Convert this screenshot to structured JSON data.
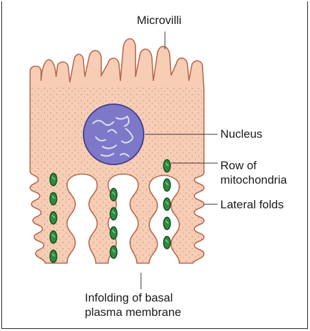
{
  "labels": {
    "microvilli": "Microvilli",
    "nucleus": "Nucleus",
    "mitochondria_line1": "Row of",
    "mitochondria_line2": "mitochondria",
    "lateral_folds": "Lateral folds",
    "infolding_line1": "Infolding of basal",
    "infolding_line2": "plasma membrane"
  },
  "colors": {
    "cytoplasm": "#f7cdb6",
    "membrane": "#b8674b",
    "nucleus_fill": "#7d79c8",
    "nucleus_stroke": "#3e3a8a",
    "mitochondria_fill": "#2e8b3e",
    "mitochondria_stroke": "#0f4a1c",
    "leader": "#333333"
  }
}
